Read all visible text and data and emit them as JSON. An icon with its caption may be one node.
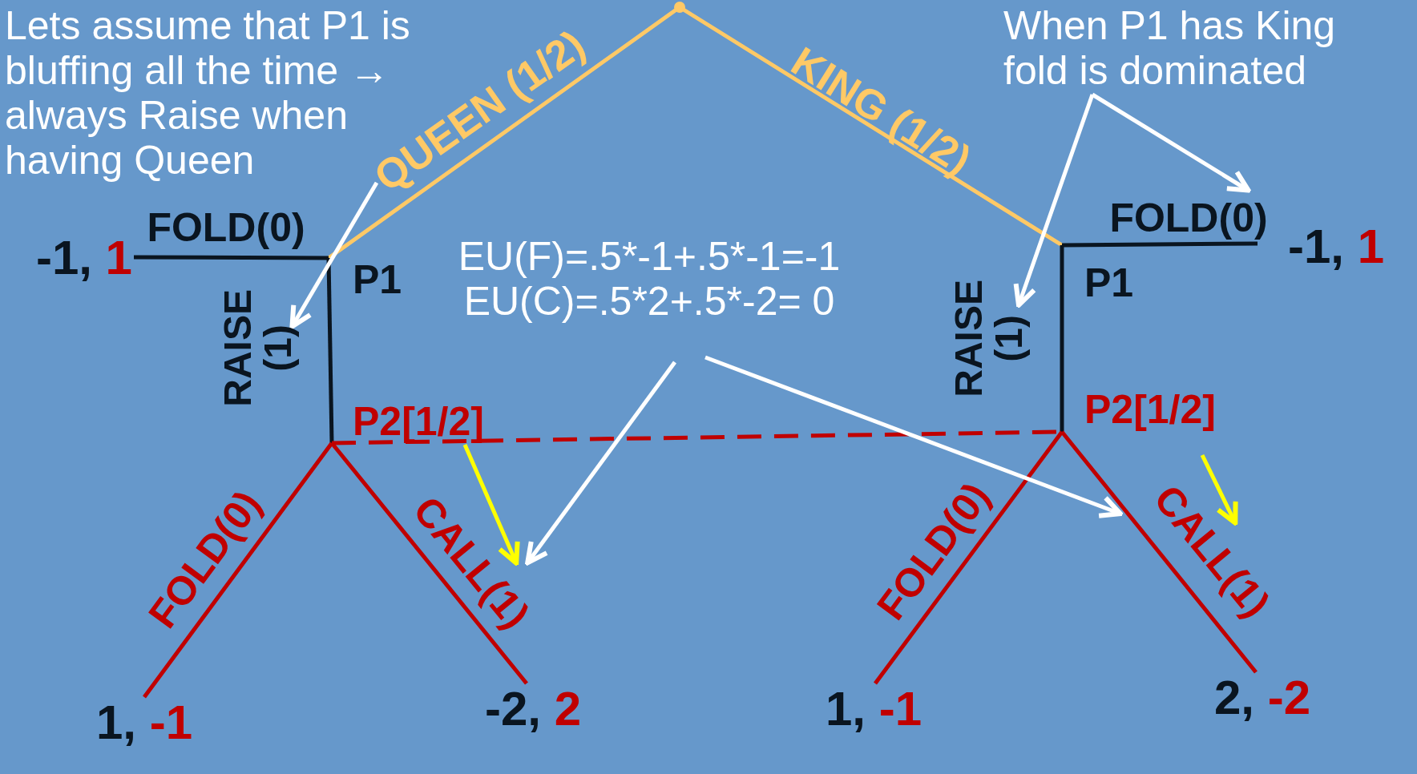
{
  "diagram": {
    "nodes": [
      {
        "text": [],
        "shape": "point"
      },
      {
        "text": [
          "P1"
        ]
      },
      {
        "text": [
          "P1"
        ]
      },
      {
        "text": [
          "-1,",
          "1"
        ]
      },
      {
        "text": [
          "P2[1/2]"
        ]
      },
      {
        "text": [
          "-1,",
          "1"
        ]
      },
      {
        "text": [
          "P2[1/2]"
        ]
      },
      {
        "text": [
          "1,",
          "-1"
        ]
      },
      {
        "text": [
          "-2,",
          "2"
        ]
      },
      {
        "text": [
          "1,",
          "-1"
        ]
      },
      {
        "text": [
          "2,",
          "-2"
        ]
      },
      {
        "text": [
          "Lets assume that P1 is bluffing all the time → always Raise when having Queen"
        ]
      },
      {
        "text": [
          "When P1 has King fold is dominated"
        ]
      },
      {
        "text": [
          "EU(F)=.5*-1+.5*-1=-1",
          "EU(C)=.5*2+.5*-2= 0"
        ]
      }
    ],
    "edges": [
      {
        "from": 0,
        "to": 1,
        "arrow": "none",
        "label": "QUEEN (1/2)",
        "color": "#ffc966"
      },
      {
        "from": 0,
        "to": 2,
        "arrow": "none",
        "label": "KING (1/2)",
        "color": "#ffc966"
      },
      {
        "from": 1,
        "to": 3,
        "arrow": "none",
        "label": "FOLD(0)",
        "color": "#0a1520"
      },
      {
        "from": 1,
        "to": 4,
        "arrow": "none",
        "label": "RAISE (1)",
        "color": "#0a1520"
      },
      {
        "from": 2,
        "to": 5,
        "arrow": "none",
        "label": "FOLD(0)",
        "color": "#0a1520"
      },
      {
        "from": 2,
        "to": 6,
        "arrow": "none",
        "label": "RAISE (1)",
        "color": "#0a1520"
      },
      {
        "from": 4,
        "to": 6,
        "arrow": "none",
        "style": "dashed",
        "color": "#c00000"
      },
      {
        "from": 4,
        "to": 7,
        "arrow": "none",
        "label": "FOLD(0)",
        "color": "#c00000"
      },
      {
        "from": 4,
        "to": 8,
        "arrow": "none",
        "label": "CALL(1)",
        "color": "#c00000"
      },
      {
        "from": 6,
        "to": 9,
        "arrow": "none",
        "label": "FOLD(0)",
        "color": "#c00000"
      },
      {
        "from": 6,
        "to": 10,
        "arrow": "none",
        "label": "CALL(1)",
        "color": "#c00000"
      },
      {
        "from": 11,
        "to": null,
        "arrow": "to",
        "color": "#ffffff"
      },
      {
        "from": 12,
        "to": null,
        "arrow": "to",
        "color": "#ffffff"
      },
      {
        "from": 12,
        "to": null,
        "arrow": "to",
        "color": "#ffffff"
      },
      {
        "from": 13,
        "to": null,
        "arrow": "to",
        "color": "#ffffff"
      },
      {
        "from": 13,
        "to": null,
        "arrow": "to",
        "color": "#ffffff"
      },
      {
        "from": 4,
        "to": null,
        "arrow": "to",
        "color": "#ffff00"
      },
      {
        "from": 6,
        "to": null,
        "arrow": "to",
        "color": "#ffff00"
      }
    ]
  }
}
